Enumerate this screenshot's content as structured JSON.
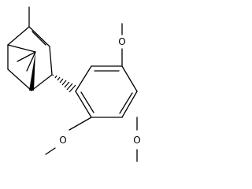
{
  "structure": {
    "type": "skeletal-formula",
    "atom_labels": [
      {
        "id": "o-top",
        "text": "O"
      },
      {
        "id": "o-left",
        "text": "O"
      },
      {
        "id": "o-right",
        "text": "O"
      }
    ],
    "stereo_bonds": [
      "wedge",
      "hashed-wedge"
    ]
  },
  "colors": {
    "line": "#000000",
    "background": "#ffffff"
  }
}
